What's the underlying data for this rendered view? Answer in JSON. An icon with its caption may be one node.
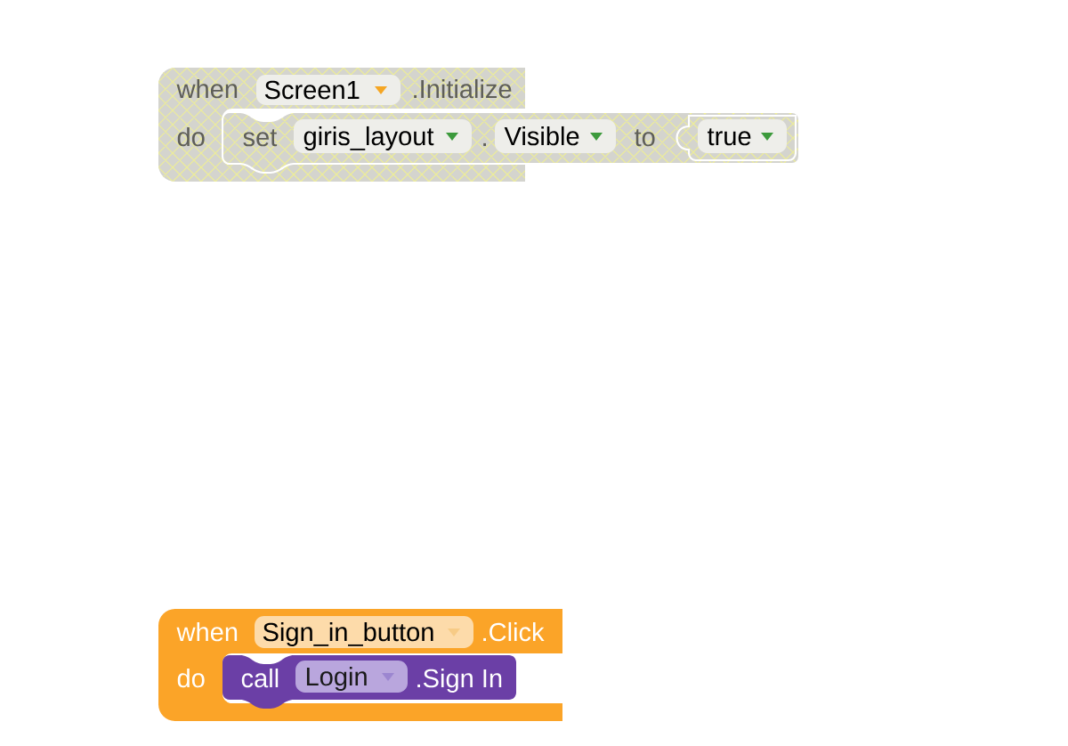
{
  "diagram": {
    "nodes": [
      {
        "text": [
          "when",
          ".Initialize",
          "do"
        ]
      },
      {
        "text": [
          "Screen1"
        ],
        "in": 0
      },
      {
        "text": [
          "set",
          ".",
          "to"
        ]
      },
      {
        "text": [
          "giris_layout"
        ],
        "in": 2
      },
      {
        "text": [
          "Visible"
        ],
        "in": 2
      },
      {
        "text": [
          "true"
        ],
        "in": 2
      },
      {
        "text": [
          "when",
          ".Click",
          "do"
        ]
      },
      {
        "text": [
          "Sign_in_button"
        ],
        "in": 6
      },
      {
        "text": [
          "call",
          ".Sign In"
        ],
        "in": 6
      },
      {
        "text": [
          "Login"
        ],
        "in": 8
      }
    ]
  }
}
